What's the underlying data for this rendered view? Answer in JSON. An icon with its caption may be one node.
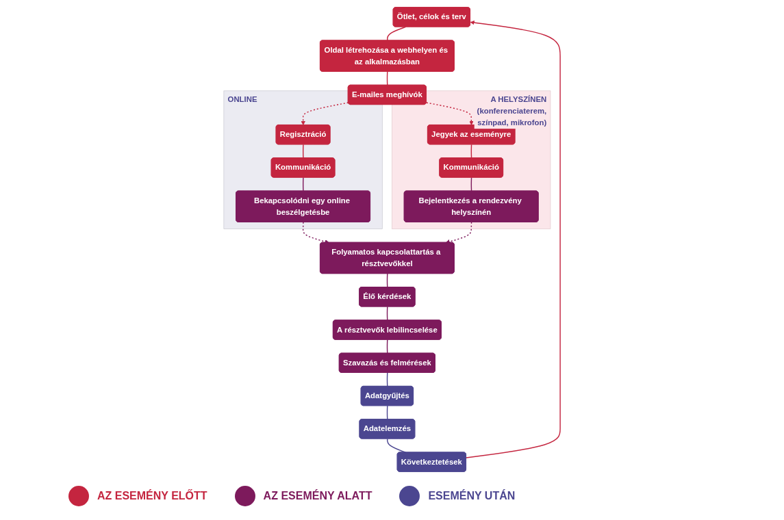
{
  "diagram": {
    "nodes": [
      {
        "text": [
          "Ötlet, célok és terv"
        ]
      },
      {
        "text": [
          "Oldal létrehozása a webhelyen és az alkalmazásban"
        ]
      },
      {
        "text": [
          "E-mailes meghívók"
        ]
      },
      {
        "text": [
          "ONLINE"
        ]
      },
      {
        "text": [
          "Bekapcsolódni egy online beszélgetésbe"
        ],
        "in": 3
      },
      {
        "text": [
          "Kommunikáció"
        ],
        "in": 3
      },
      {
        "text": [
          "Regisztráció"
        ],
        "in": 3
      },
      {
        "text": [
          "A HELYSZÍNEN",
          "(konferenciaterem, színpad, mikrofon)"
        ]
      },
      {
        "text": [
          "Bejelentkezés a rendezvény helyszínén"
        ],
        "in": 7
      },
      {
        "text": [
          "Kommunikáció"
        ],
        "in": 7
      },
      {
        "text": [
          "Jegyek az eseményre"
        ],
        "in": 7
      },
      {
        "text": [
          "Folyamatos kapcsolattartás a résztvevőkkel"
        ]
      },
      {
        "text": [
          "Élő kérdések"
        ]
      },
      {
        "text": [
          "A résztvevők lebilincselése"
        ]
      },
      {
        "text": [
          "Szavazás és felmérések"
        ]
      },
      {
        "text": [
          "Következtetések"
        ]
      },
      {
        "text": [
          "Adatelemzés"
        ]
      },
      {
        "text": [
          "Adatgyűjtés"
        ]
      }
    ],
    "edges": [
      {
        "from": 0,
        "to": 1,
        "arrow": "none",
        "color": "#c4253f"
      },
      {
        "from": 1,
        "to": 2,
        "arrow": "none",
        "color": "#c4253f"
      },
      {
        "from": 2,
        "to": 6,
        "arrow": "to",
        "style": "dashed",
        "color": "#c4253f"
      },
      {
        "from": 2,
        "to": 10,
        "arrow": "to",
        "style": "dashed",
        "color": "#c4253f"
      },
      {
        "from": 6,
        "to": 5,
        "arrow": "none",
        "color": "#c4253f"
      },
      {
        "from": 5,
        "to": 4,
        "arrow": "none",
        "color": "#7d1a5c"
      },
      {
        "from": 10,
        "to": 9,
        "arrow": "none",
        "color": "#c4253f"
      },
      {
        "from": 9,
        "to": 8,
        "arrow": "none",
        "color": "#7d1a5c"
      },
      {
        "from": 4,
        "to": 11,
        "arrow": "to",
        "style": "dashed",
        "color": "#7d1a5c"
      },
      {
        "from": 8,
        "to": 11,
        "arrow": "to",
        "style": "dashed",
        "color": "#7d1a5c"
      },
      {
        "from": 11,
        "to": 12,
        "arrow": "none",
        "color": "#7d1a5c"
      },
      {
        "from": 12,
        "to": 13,
        "arrow": "none",
        "color": "#7d1a5c"
      },
      {
        "from": 13,
        "to": 14,
        "arrow": "none",
        "color": "#7d1a5c"
      },
      {
        "from": 14,
        "to": 17,
        "arrow": "none",
        "color": "#4b4690"
      },
      {
        "from": 17,
        "to": 16,
        "arrow": "none",
        "color": "#4b4690"
      },
      {
        "from": 16,
        "to": 15,
        "arrow": "none",
        "color": "#4b4690"
      },
      {
        "from": 15,
        "to": 0,
        "arrow": "to",
        "color": "#c4253f"
      }
    ],
    "legend": [
      {
        "text": "AZ ESEMÉNY ELŐTT",
        "color": "#c4253f"
      },
      {
        "text": "AZ ESEMÉNY ALATT",
        "color": "#7d1a5c"
      },
      {
        "text": "ESEMÉNY UTÁN",
        "color": "#4b4690"
      }
    ]
  }
}
